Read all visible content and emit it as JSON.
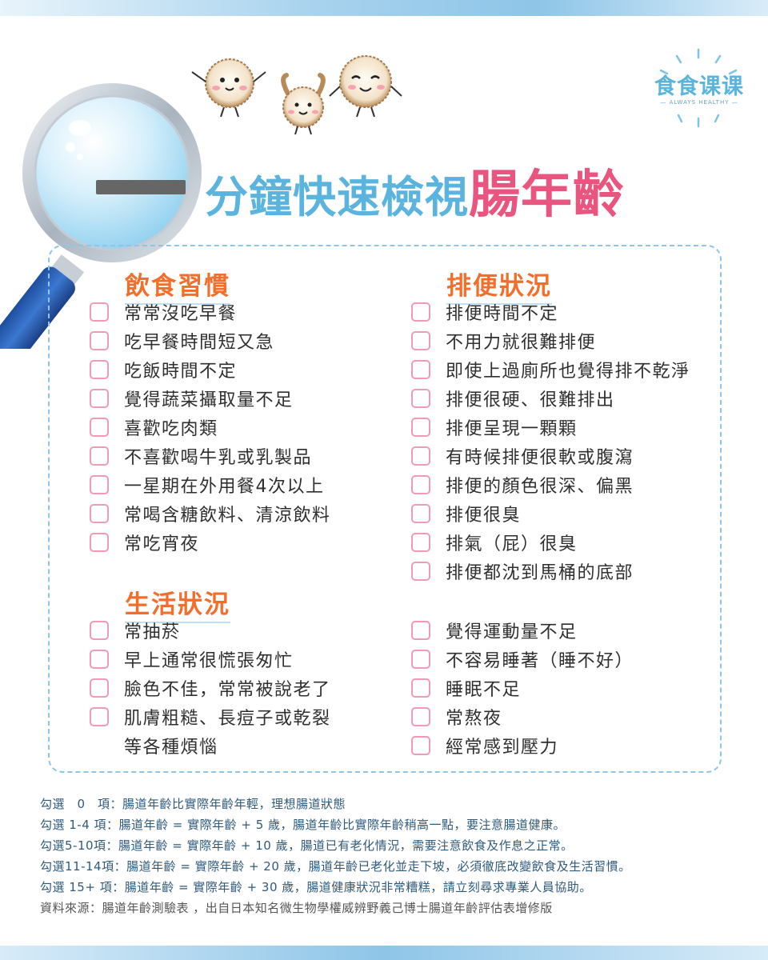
{
  "logo": {
    "text": "食食课课",
    "subtitle": "— ALWAYS HEALTHY —"
  },
  "title": {
    "main": "分鐘快速檢視",
    "accent": "腸年齡"
  },
  "sections": {
    "diet": {
      "title": "飲食習慣",
      "items": [
        "常常沒吃早餐",
        "吃早餐時間短又急",
        "吃飯時間不定",
        "覺得蔬菜攝取量不足",
        "喜歡吃肉類",
        "不喜歡喝牛乳或乳製品",
        "一星期在外用餐4次以上",
        "常喝含糖飲料、清涼飲料",
        "常吃宵夜"
      ]
    },
    "bowel": {
      "title": "排便狀況",
      "items": [
        "排便時間不定",
        "不用力就很難排便",
        "即使上過廁所也覺得排不乾淨",
        "排便很硬、很難排出",
        "排便呈現一顆顆",
        "有時候排便很軟或腹瀉",
        "排便的顏色很深、偏黑",
        "排便很臭",
        "排氣（屁）很臭",
        "排便都沈到馬桶的底部"
      ]
    },
    "life": {
      "title": "生活狀況",
      "items_left": [
        "常抽菸",
        "早上通常很慌張匆忙",
        "臉色不佳，常常被說老了",
        "肌膚粗糙、長痘子或乾裂"
      ],
      "items_left_cont": "等各種煩惱",
      "items_right": [
        "覺得運動量不足",
        "不容易睡著（睡不好）",
        "睡眠不足",
        "常熬夜",
        "經常感到壓力"
      ]
    }
  },
  "legend": [
    "勾選　0　項：腸道年齡比實際年齡年輕，理想腸道狀態",
    "勾選 1-4 項：腸道年齡 = 實際年齡 + 5 歲，腸道年齡比實際年齡稍高一點，要注意腸道健康。",
    "勾選5-10項：腸道年齡 = 實際年齡 + 10 歲，腸道已有老化情況，需要注意飲食及作息之正常。",
    "勾選11-14項：腸道年齡 = 實際年齡 + 20 歲，腸道年齡已老化並走下坡，必須徹底改變飲食及生活習慣。",
    "勾選 15+ 項：腸道年齡 = 實際年齡 + 30 歲，腸道健康狀況非常糟糕，請立刻尋求專業人員協助。"
  ],
  "source": "資料來源：腸道年齡測驗表 ，出自日本知名微生物學權威辨野義己博士腸道年齡評估表增修版"
}
